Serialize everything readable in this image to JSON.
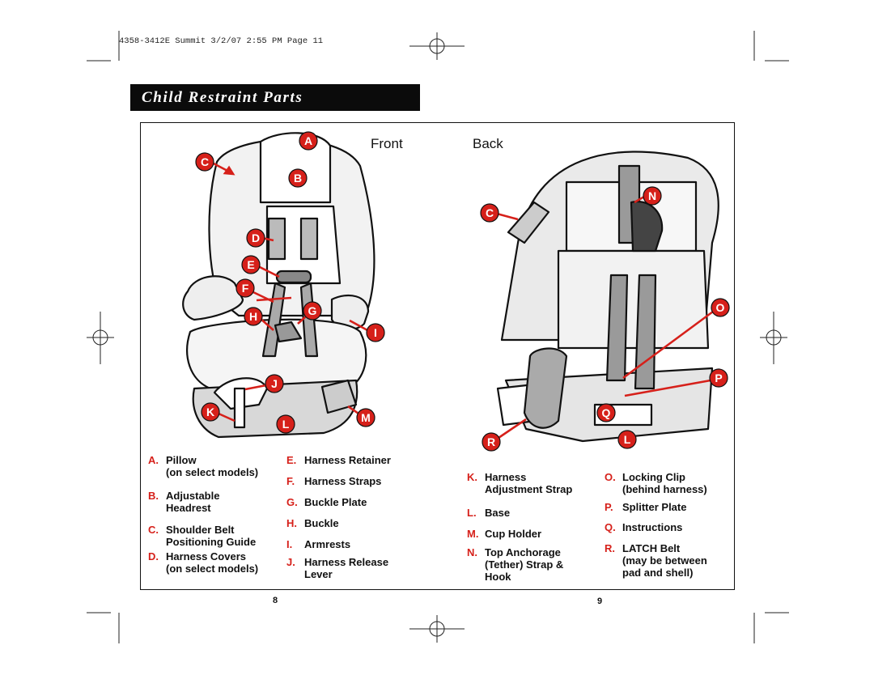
{
  "slug_line": "4358-3412E Summit  3/2/07  2:55 PM  Page 11",
  "section_title": "Child Restraint Parts",
  "views": {
    "front": "Front",
    "back": "Back"
  },
  "callouts": {
    "front": [
      "A",
      "B",
      "C",
      "D",
      "E",
      "F",
      "G",
      "H",
      "I",
      "J",
      "K",
      "L",
      "M"
    ],
    "back": [
      "C",
      "N",
      "O",
      "P",
      "Q",
      "R",
      "L"
    ]
  },
  "parts_left": [
    {
      "letter": "A.",
      "lines": [
        "Pillow",
        "(on select models)"
      ]
    },
    {
      "letter": "B.",
      "lines": [
        "Adjustable",
        "Headrest"
      ]
    },
    {
      "letter": "C.",
      "lines": [
        "Shoulder Belt",
        "Positioning Guide"
      ]
    },
    {
      "letter": "D.",
      "lines": [
        "Harness Covers",
        "(on select models)"
      ]
    }
  ],
  "parts_middle": [
    {
      "letter": "E.",
      "lines": [
        "Harness Retainer"
      ]
    },
    {
      "letter": "F.",
      "lines": [
        "Harness Straps"
      ]
    },
    {
      "letter": "G.",
      "lines": [
        "Buckle Plate"
      ]
    },
    {
      "letter": "H.",
      "lines": [
        "Buckle"
      ]
    },
    {
      "letter": "I.",
      "lines": [
        "Armrests"
      ]
    },
    {
      "letter": "J.",
      "lines": [
        "Harness Release",
        "Lever"
      ]
    }
  ],
  "parts_right1": [
    {
      "letter": "K.",
      "lines": [
        "Harness",
        "Adjustment Strap"
      ]
    },
    {
      "letter": "L.",
      "lines": [
        "Base"
      ]
    },
    {
      "letter": "M.",
      "lines": [
        "Cup Holder"
      ]
    },
    {
      "letter": "N.",
      "lines": [
        "Top Anchorage",
        "(Tether) Strap &",
        "Hook"
      ]
    }
  ],
  "parts_right2": [
    {
      "letter": "O.",
      "lines": [
        "Locking Clip",
        "(behind harness)"
      ]
    },
    {
      "letter": "P.",
      "lines": [
        "Splitter Plate"
      ]
    },
    {
      "letter": "Q.",
      "lines": [
        "Instructions"
      ]
    },
    {
      "letter": "R.",
      "lines": [
        "LATCH Belt",
        "(may be between",
        "pad and shell)"
      ]
    }
  ],
  "page_numbers": {
    "left": "8",
    "right": "9"
  },
  "colors": {
    "accent": "#d6201a",
    "title_bg": "#0b0b0b",
    "strap": "#9a9a9a"
  }
}
